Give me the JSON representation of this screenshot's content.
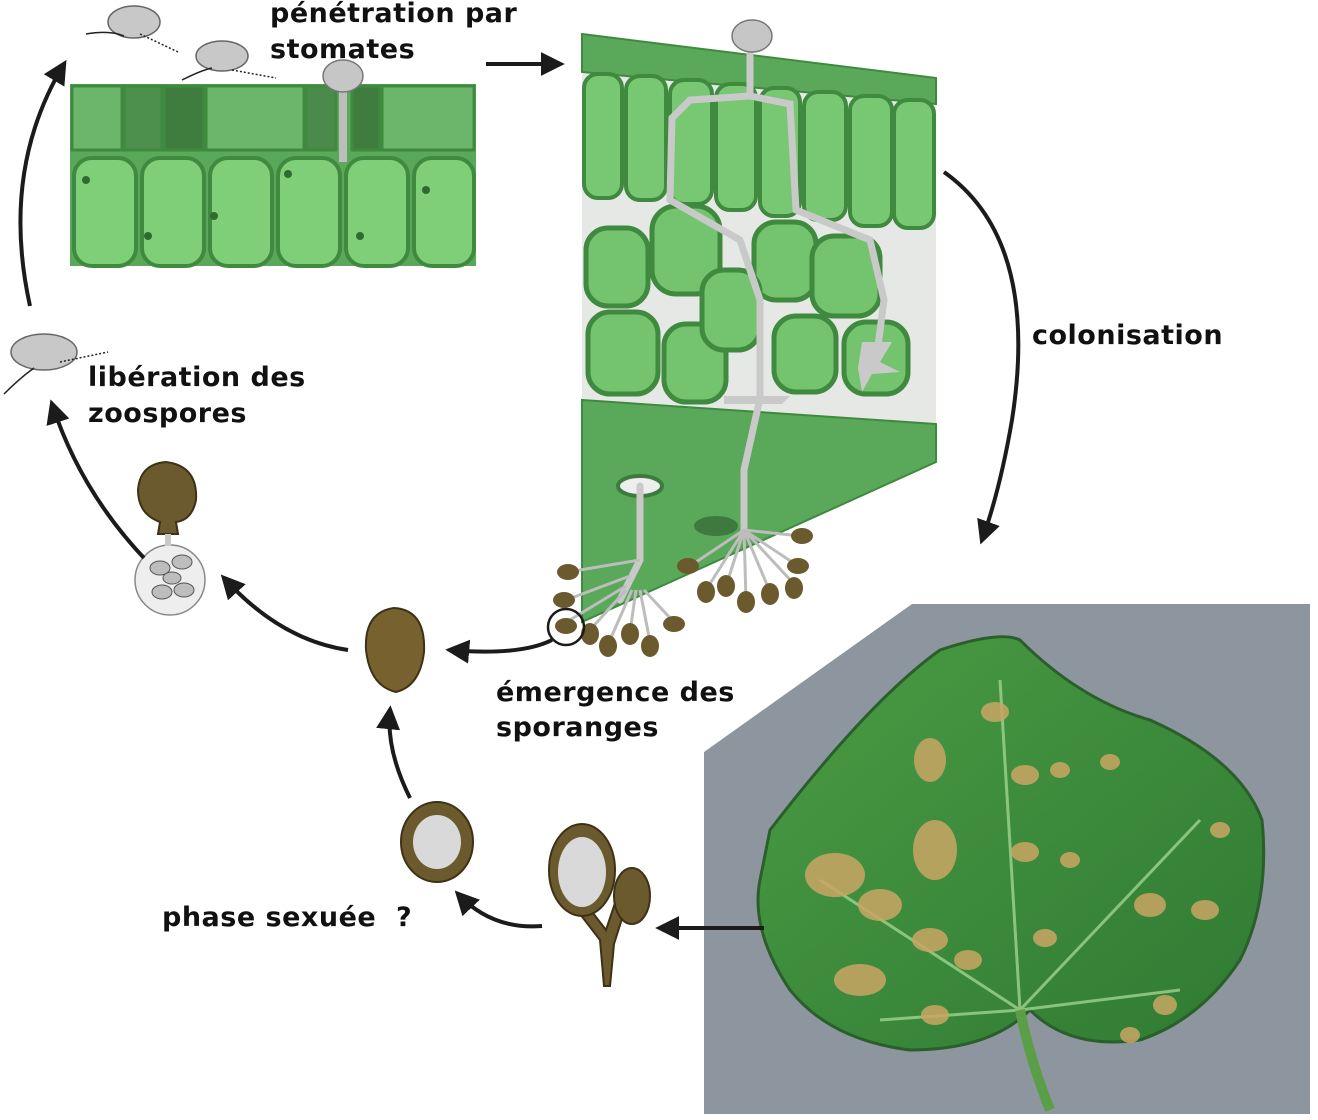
{
  "labels": {
    "penetration_line1": "pénétration par",
    "penetration_line2": "stomates",
    "colonisation": "colonisation",
    "liberation_line1": "libération des",
    "liberation_line2": "zoospores",
    "emergence_line1": "émergence des",
    "emergence_line2": "sporanges",
    "phase_sexuee": "phase sexuée  ?"
  },
  "colors": {
    "cell_wall": "#4f9a4f",
    "cell_fill": "#6cbd6a",
    "cell_inner": "#86d47c",
    "stomata_dark": "#3e7a3e",
    "spore_gray": "#c8c8c8",
    "sporangium_brown": "#6b5a2e",
    "arrow": "#1b1b1b",
    "leaf_green": "#3f8f3a",
    "lesion": "#c9a664",
    "photo_bg": "#8d969e"
  }
}
